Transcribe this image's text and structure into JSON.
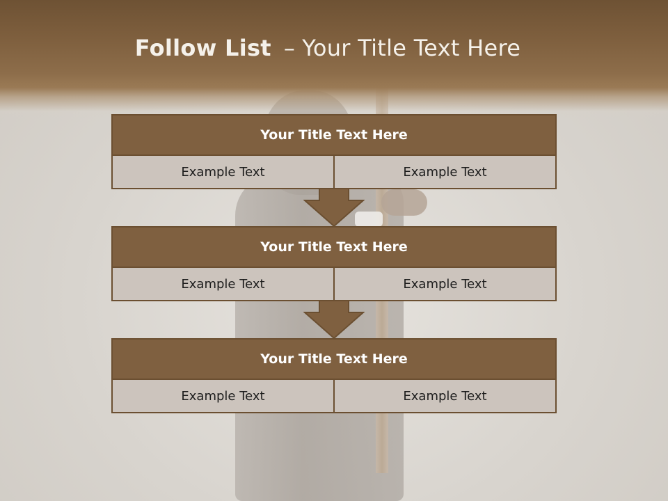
{
  "slide": {
    "title_bold": "Follow List",
    "title_separator": "–",
    "title_rest": "Your Title Text Here"
  },
  "blocks": [
    {
      "title": "Your Title Text Here",
      "cells": [
        "Example Text",
        "Example Text"
      ]
    },
    {
      "title": "Your Title Text Here",
      "cells": [
        "Example Text",
        "Example Text"
      ]
    },
    {
      "title": "Your Title Text Here",
      "cells": [
        "Example Text",
        "Example Text"
      ]
    }
  ],
  "colors": {
    "header_brown": "#7d5e3d",
    "block_title_fill": "#7f6040",
    "block_cell_fill": "#ccc4bd",
    "border": "#6b4f31"
  }
}
